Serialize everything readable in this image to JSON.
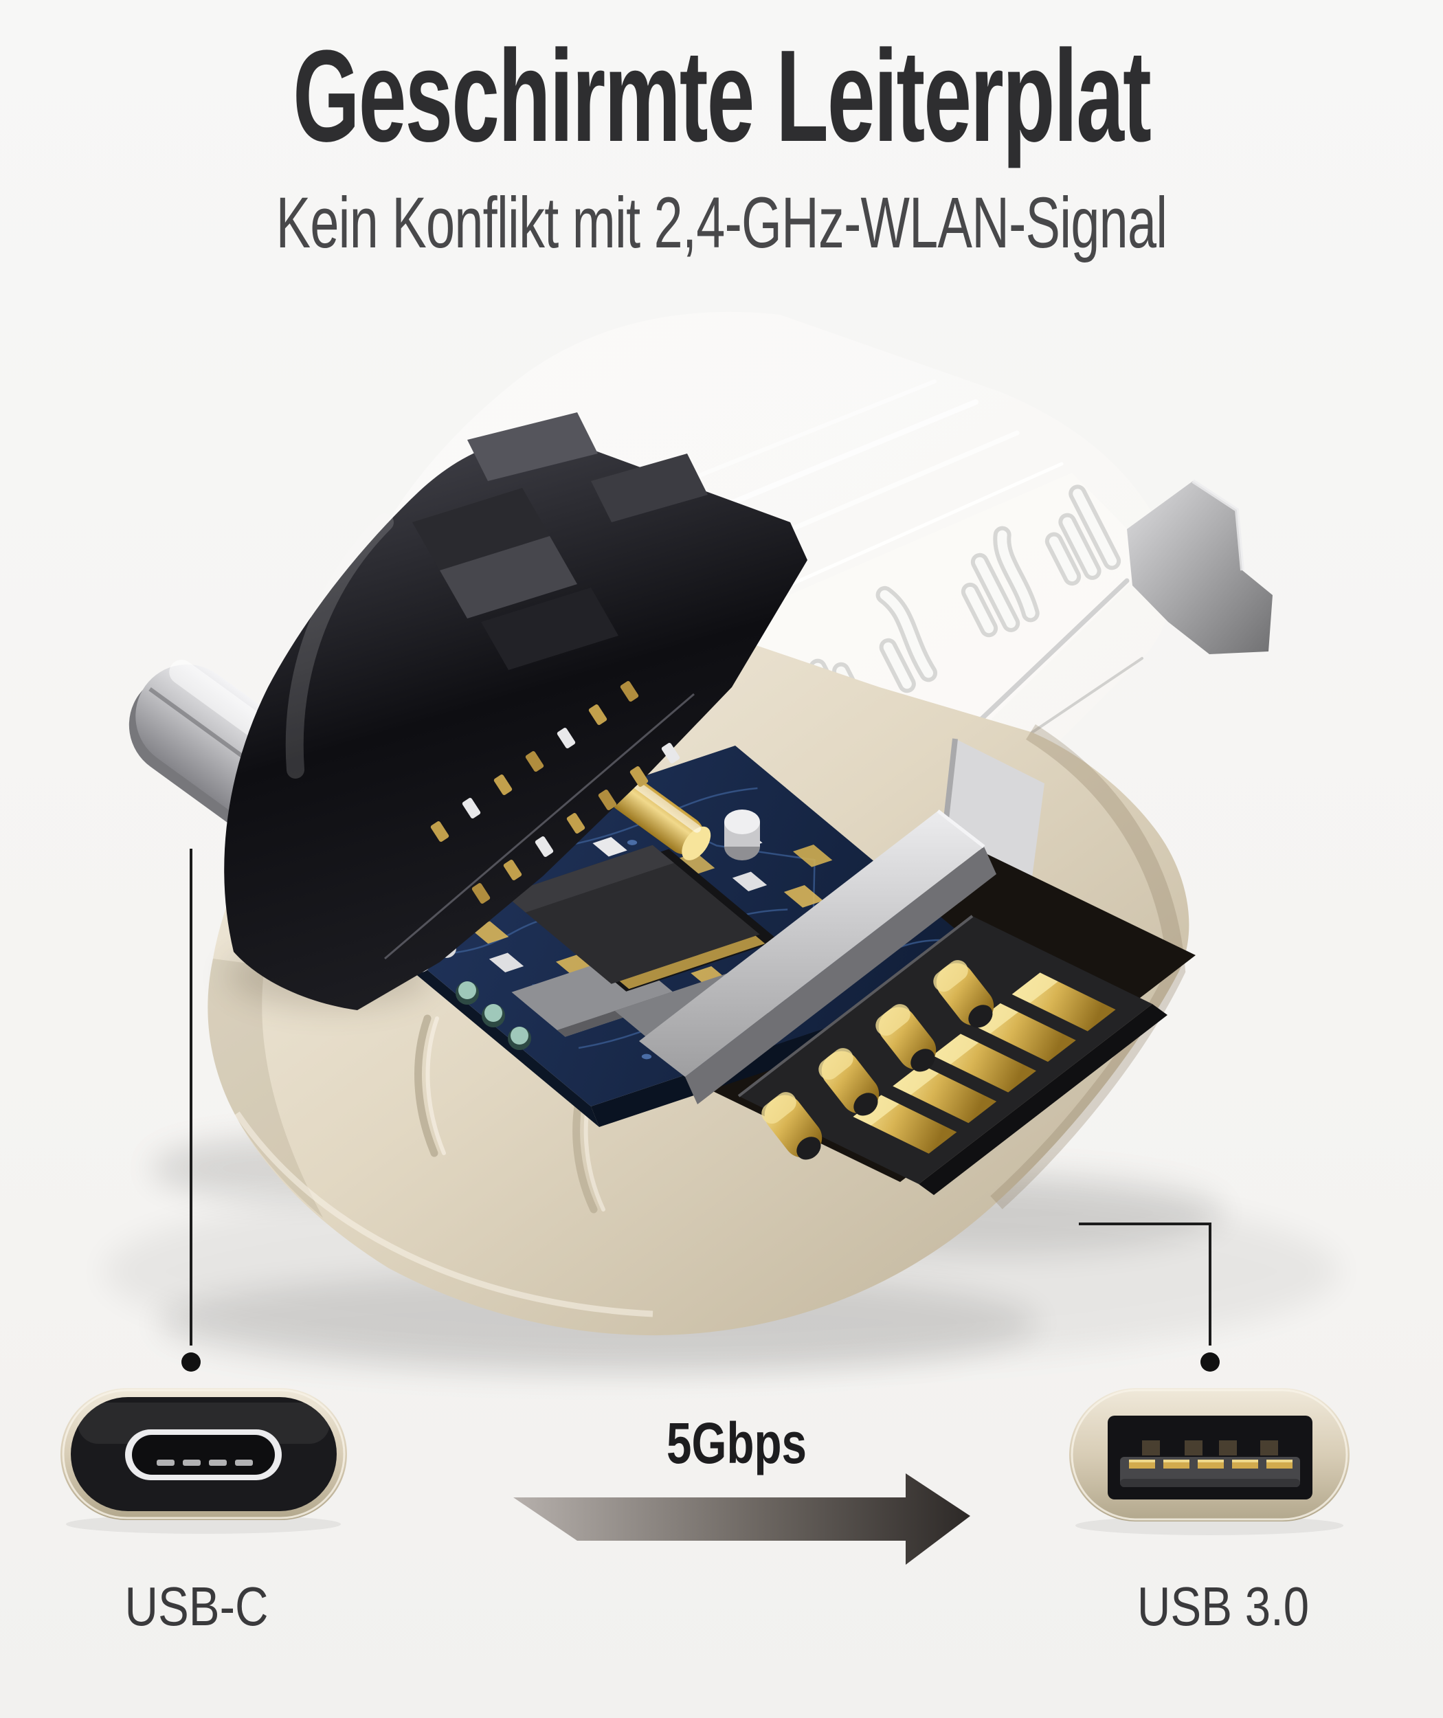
{
  "header": {
    "title": "Geschirmte Leiterplat",
    "subtitle": "Kein Konflikt mit 2,4-GHz-WLAN-Signal"
  },
  "annotations": {
    "left_port_label": "USB-C",
    "right_port_label": "USB 3.0",
    "transfer_speed_label": "5Gbps"
  },
  "colors": {
    "background": "#f6f5f3",
    "title_text": "#2e2e30",
    "subtitle_text": "#48484a",
    "port_label_text": "#3a3a3c",
    "speed_label_text": "#1d1d1f",
    "shell_champagne": "#e7ddc9",
    "shell_shadow": "#b7ab92",
    "gold_contact": "#d9b554",
    "pcb_navy": "#1b2a4a",
    "plug_black": "#101014",
    "metal_silver": "#c9c9cc",
    "arrow_light": "#b6b0ac",
    "arrow_dark": "#2d2927",
    "callout_line": "#1b1b1b"
  }
}
